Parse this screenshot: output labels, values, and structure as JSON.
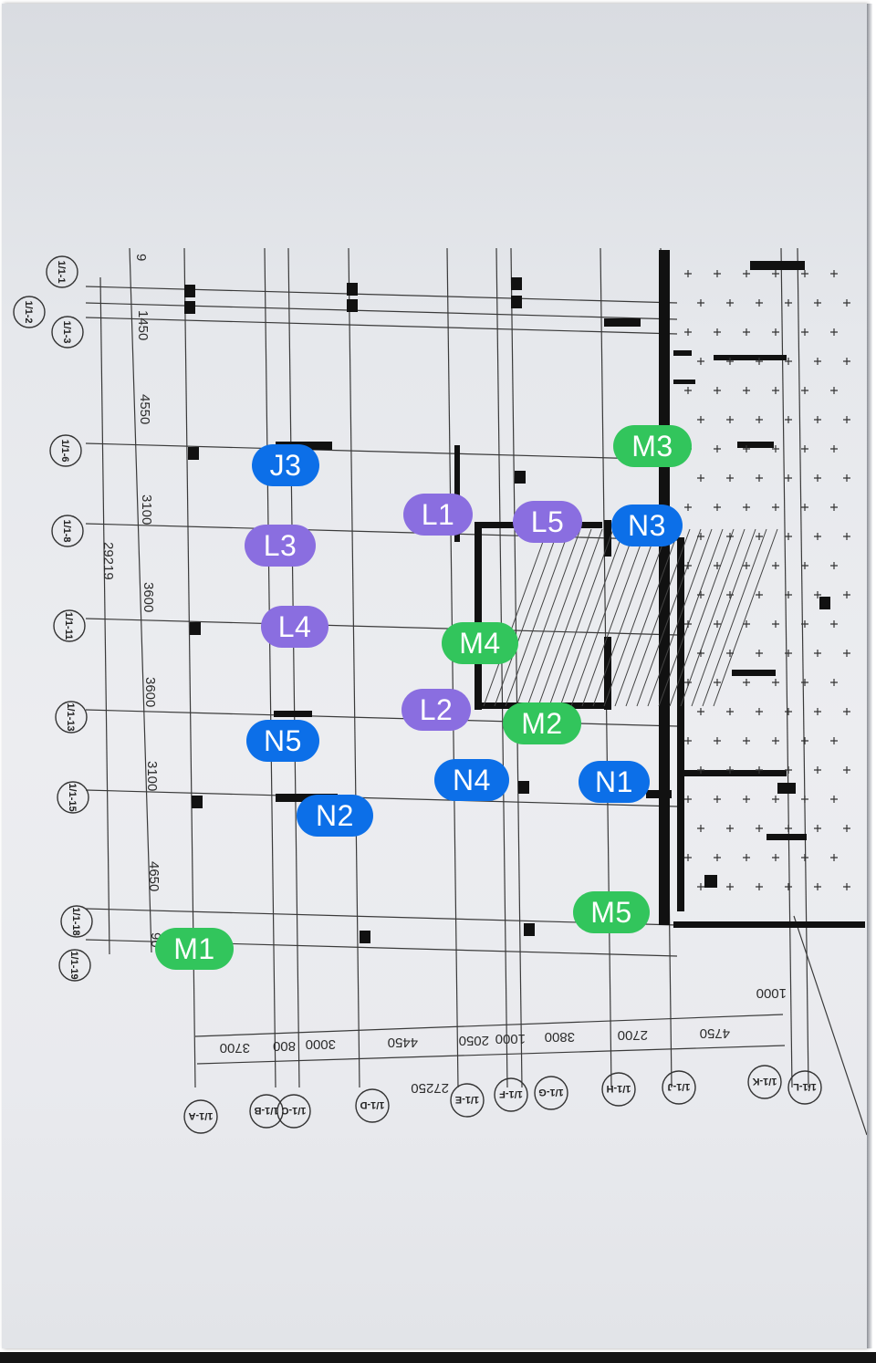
{
  "colors": {
    "group_blue": "#0c6fe8",
    "group_purple": "#8a6ee0",
    "group_green": "#32c55c",
    "paper": "#e6e8ec"
  },
  "markers": [
    {
      "id": "J3",
      "group": "blue",
      "label": "J3"
    },
    {
      "id": "L1",
      "group": "purple",
      "label": "L1"
    },
    {
      "id": "L5",
      "group": "purple",
      "label": "L5"
    },
    {
      "id": "N3",
      "group": "blue",
      "label": "N3"
    },
    {
      "id": "M3",
      "group": "green",
      "label": "M3"
    },
    {
      "id": "L3",
      "group": "purple",
      "label": "L3"
    },
    {
      "id": "L4",
      "group": "purple",
      "label": "L4"
    },
    {
      "id": "M4",
      "group": "green",
      "label": "M4"
    },
    {
      "id": "L2",
      "group": "purple",
      "label": "L2"
    },
    {
      "id": "M2",
      "group": "green",
      "label": "M2"
    },
    {
      "id": "N5",
      "group": "blue",
      "label": "N5"
    },
    {
      "id": "N4",
      "group": "blue",
      "label": "N4"
    },
    {
      "id": "N1",
      "group": "blue",
      "label": "N1"
    },
    {
      "id": "N2",
      "group": "blue",
      "label": "N2"
    },
    {
      "id": "M5",
      "group": "green",
      "label": "M5"
    },
    {
      "id": "M1",
      "group": "green",
      "label": "M1"
    }
  ],
  "drawing": {
    "left_dimensions": [
      "9",
      "1450",
      "4550",
      "3100",
      "3600",
      "3600",
      "3100",
      "4650",
      "90"
    ],
    "left_total": "29219",
    "bottom_dimensions": [
      "3700",
      "800",
      "3000",
      "4450",
      "2050",
      "1000",
      "3800",
      "2700",
      "4750"
    ],
    "bottom_total": "27250",
    "right_dimension": "1000",
    "row_axis_labels": [
      "1/1-1",
      "1/1-2",
      "1/1-3",
      "1/1-6",
      "1/1-8",
      "1/1-11",
      "1/1-13",
      "1/1-15",
      "1/1-18",
      "1/1-19"
    ],
    "column_axis_labels": [
      "1/1-A",
      "1/1-B",
      "1/1-C",
      "1/1-D",
      "1/1-E",
      "1/1-F",
      "1/1-G",
      "1/1-H",
      "1/1-J",
      "1/1-K",
      "1/1-L"
    ]
  }
}
